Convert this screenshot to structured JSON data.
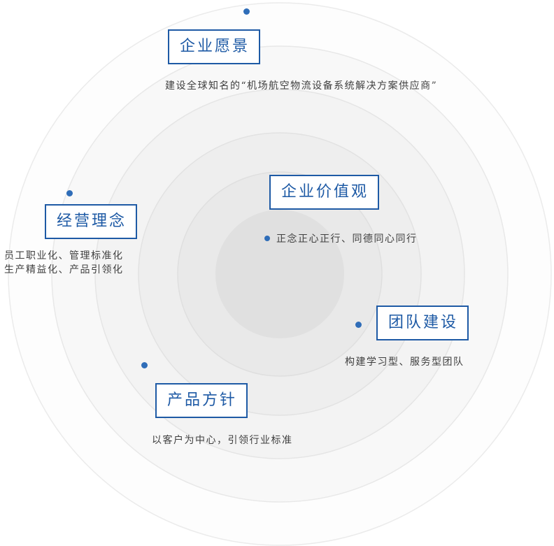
{
  "palette": {
    "accent": "#1e5aa5",
    "dot": "#2f6db8",
    "ring_line": "#e8e8e8",
    "center_fill": "#e0e0e0"
  },
  "nodes": {
    "vision": {
      "label": "企业愿景",
      "description": "建设全球知名的“机场航空物流设备系统解决方案供应商”"
    },
    "values": {
      "label": "企业价值观",
      "description": "正念正心正行、同德同心同行"
    },
    "philosophy": {
      "label": "经营理念",
      "description_line1": "员工职业化、管理标准化",
      "description_line2": "生产精益化、产品引领化"
    },
    "team": {
      "label": "团队建设",
      "description": "构建学习型、服务型团队"
    },
    "product": {
      "label": "产品方针",
      "description": "以客户为中心，引领行业标准"
    }
  }
}
